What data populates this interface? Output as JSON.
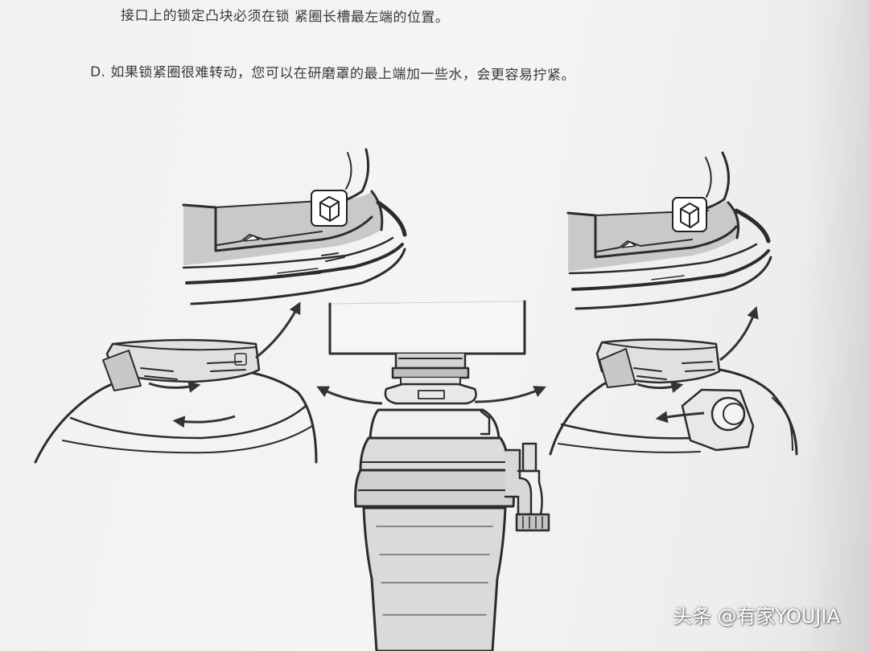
{
  "instructions": {
    "line_1": "接口上的锁定凸块必须在锁 紧圈长槽最左端的位置。",
    "line_2": "D. 如果锁紧圈很难转动，您可以在研磨罩的最上端加一些水，会更容易拧紧。"
  },
  "watermark": {
    "text": "头条 @有家YOUJIA"
  }
}
